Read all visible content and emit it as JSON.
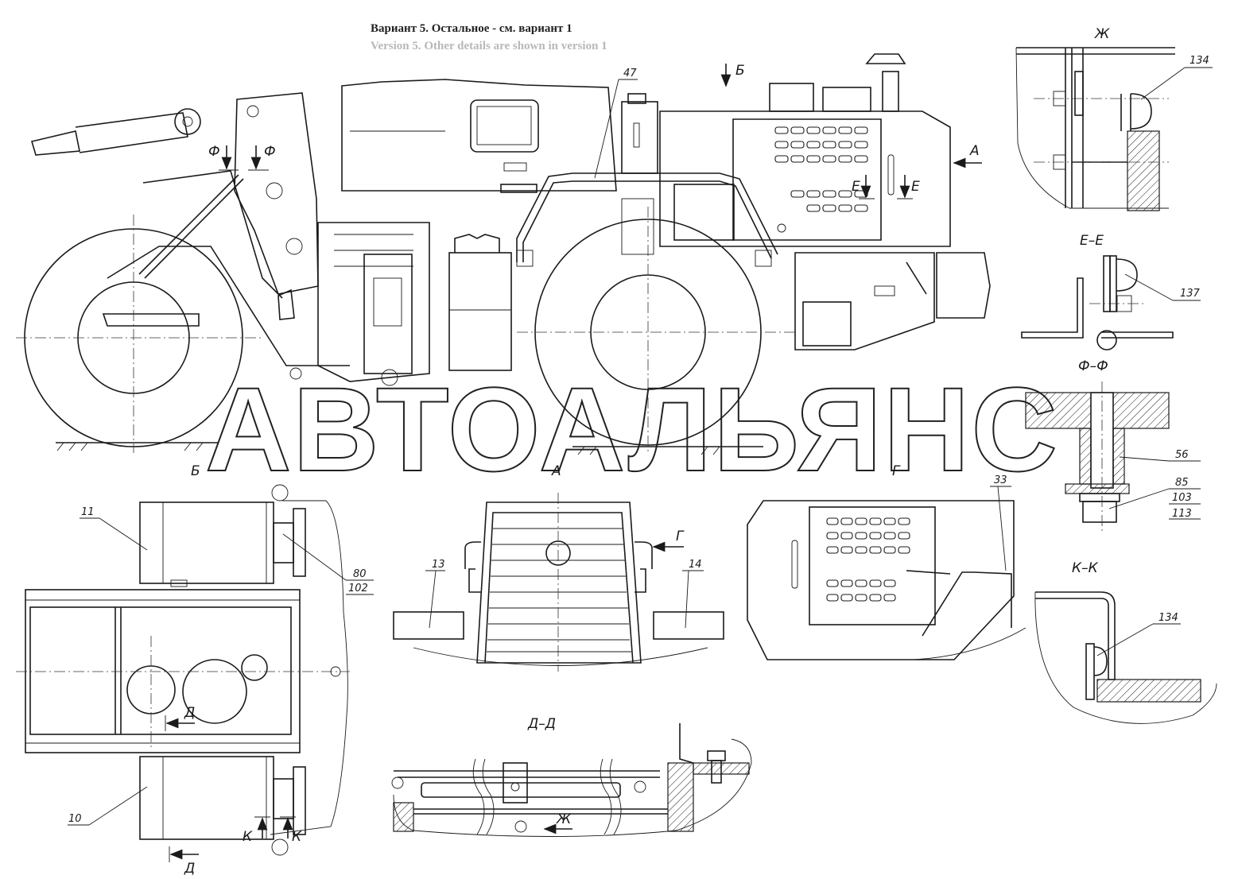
{
  "header": {
    "title_ru": "Вариант 5. Остальное - см. вариант 1",
    "title_en": "Version 5. Other details are shown in version 1"
  },
  "watermark": "АВТОАЛЬЯНС",
  "view_labels": {
    "a": "А",
    "b": "Б",
    "g": "Г",
    "e": "Е",
    "f": "Ф",
    "d": "Д",
    "k": "К",
    "zh": "Ж"
  },
  "section_titles": {
    "zh": "Ж",
    "e_e": "Е–Е",
    "f_f": "Ф–Ф",
    "k_k": "К–К",
    "d_d": "Д–Д",
    "view_a": "А",
    "view_b": "Б",
    "view_g": "Г"
  },
  "callouts": {
    "c47": "47",
    "c134a": "134",
    "c137": "137",
    "c56": "56",
    "c85": "85",
    "c103": "103",
    "c113": "113",
    "c134b": "134",
    "c11": "11",
    "c80": "80",
    "c102": "102",
    "c10": "10",
    "c13": "13",
    "c14": "14",
    "c33": "33"
  }
}
